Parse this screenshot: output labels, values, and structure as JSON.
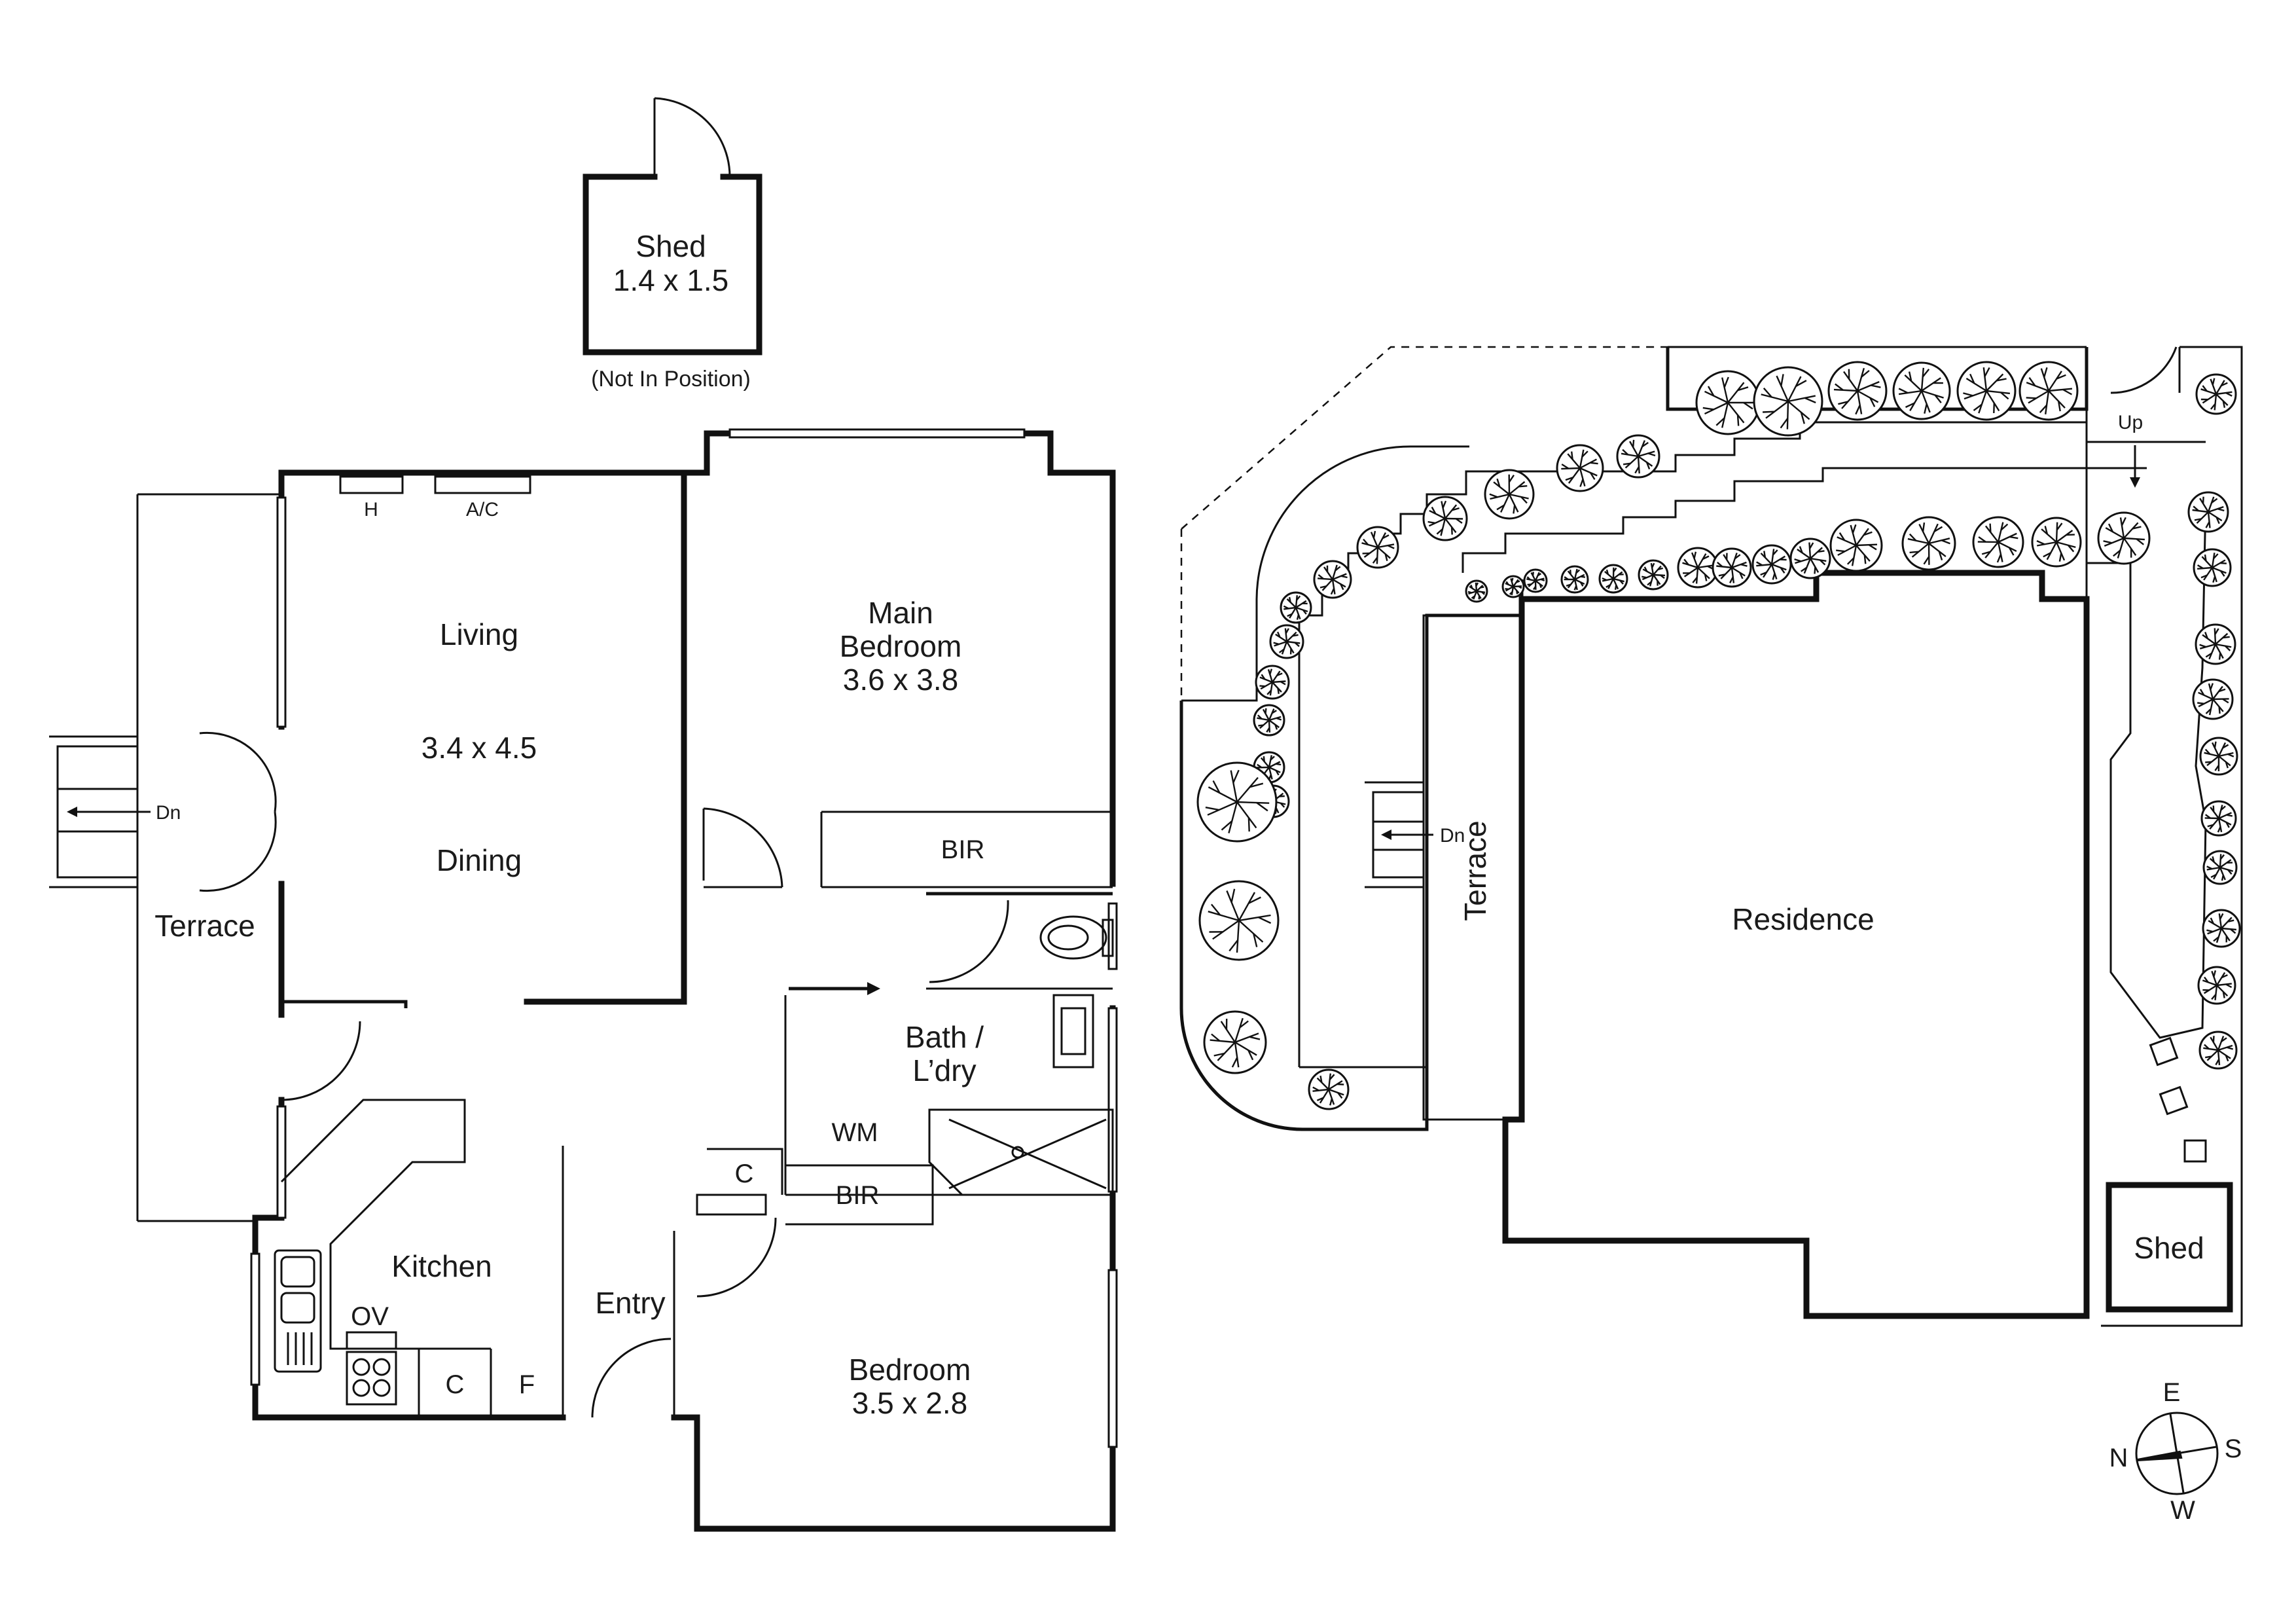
{
  "unit_plan": {
    "shed": {
      "name": "Shed",
      "size": "1.4 x 1.5",
      "note": "(Not In Position)"
    },
    "rooms": {
      "living": "Living",
      "living_dining_size": "3.4 x 4.5",
      "dining": "Dining",
      "main_bedroom_line1": "Main",
      "main_bedroom_line2": "Bedroom",
      "main_bedroom_size": "3.6 x 3.8",
      "bir_main": "BIR",
      "terrace": "Terrace",
      "bath_line1": "Bath /",
      "bath_line2": "L’dry",
      "wm": "WM",
      "c_hall": "C",
      "bir_bed2": "BIR",
      "kitchen": "Kitchen",
      "ov": "OV",
      "c_kitchen": "C",
      "f": "F",
      "entry": "Entry",
      "bedroom": "Bedroom",
      "bedroom_size": "3.5 x 2.8"
    },
    "fixtures": {
      "heater": "H",
      "ac": "A/C",
      "stairs_down": "Dn"
    }
  },
  "site_plan": {
    "terrace": "Terrace",
    "stairs_down": "Dn",
    "stairs_up": "Up",
    "residence": "Residence",
    "shed": "Shed"
  },
  "compass": {
    "north": "N",
    "east": "E",
    "south": "S",
    "west": "W"
  }
}
